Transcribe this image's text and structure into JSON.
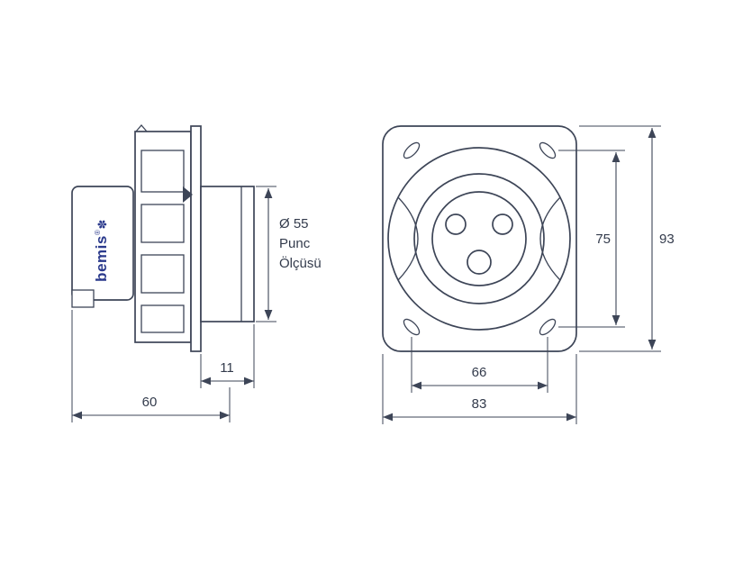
{
  "drawing": {
    "background_color": "#ffffff",
    "line_color": "#3d4557",
    "text_color": "#333b4c",
    "logo": {
      "flower": "✽",
      "brand": "bemis",
      "registered": "®",
      "color": "#2b3a8c"
    },
    "side_view": {
      "punch_diameter": {
        "line1": "Ø 55",
        "line2": "Punc",
        "line3": "Ölçüsü"
      },
      "protrusion_depth": "11",
      "body_depth": "60"
    },
    "front_view": {
      "vertical_hole_spacing": "75",
      "overall_height": "93",
      "horizontal_hole_spacing": "66",
      "overall_width": "83"
    }
  }
}
